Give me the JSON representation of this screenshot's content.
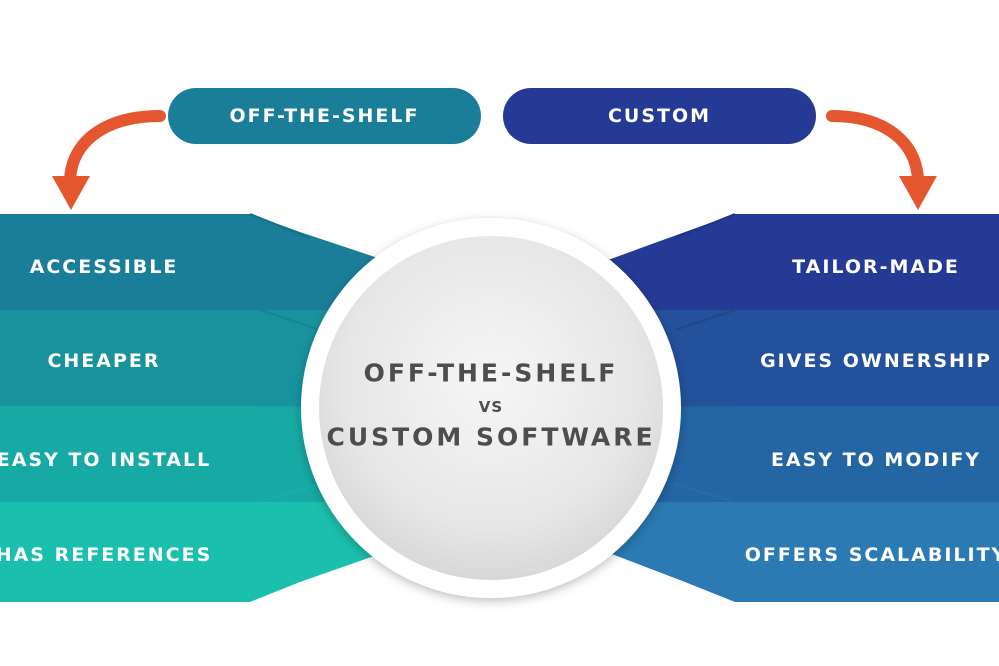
{
  "header": {
    "left_pill": "OFF-THE-SHELF",
    "right_pill": "CUSTOM"
  },
  "center": {
    "line1": "OFF-THE-SHELF",
    "vs": "VS",
    "line2": "CUSTOM SOFTWARE"
  },
  "left_items": [
    "ACCESSIBLE",
    "CHEAPER",
    "EASY TO INSTALL",
    "HAS REFERENCES"
  ],
  "right_items": [
    "TAILOR-MADE",
    "GIVES OWNERSHIP",
    "EASY TO MODIFY",
    "OFFERS SCALABILITY"
  ],
  "colors": {
    "left_pill": "#1a7e99",
    "right_pill": "#253a94",
    "left_bands": [
      "#1a7e99",
      "#18939e",
      "#17aaa4",
      "#1bbfad"
    ],
    "right_bands": [
      "#253a94",
      "#24519c",
      "#2465a4",
      "#2b7ab3"
    ],
    "arrow": "#e4572e",
    "center_text": "#4d4d4d"
  }
}
